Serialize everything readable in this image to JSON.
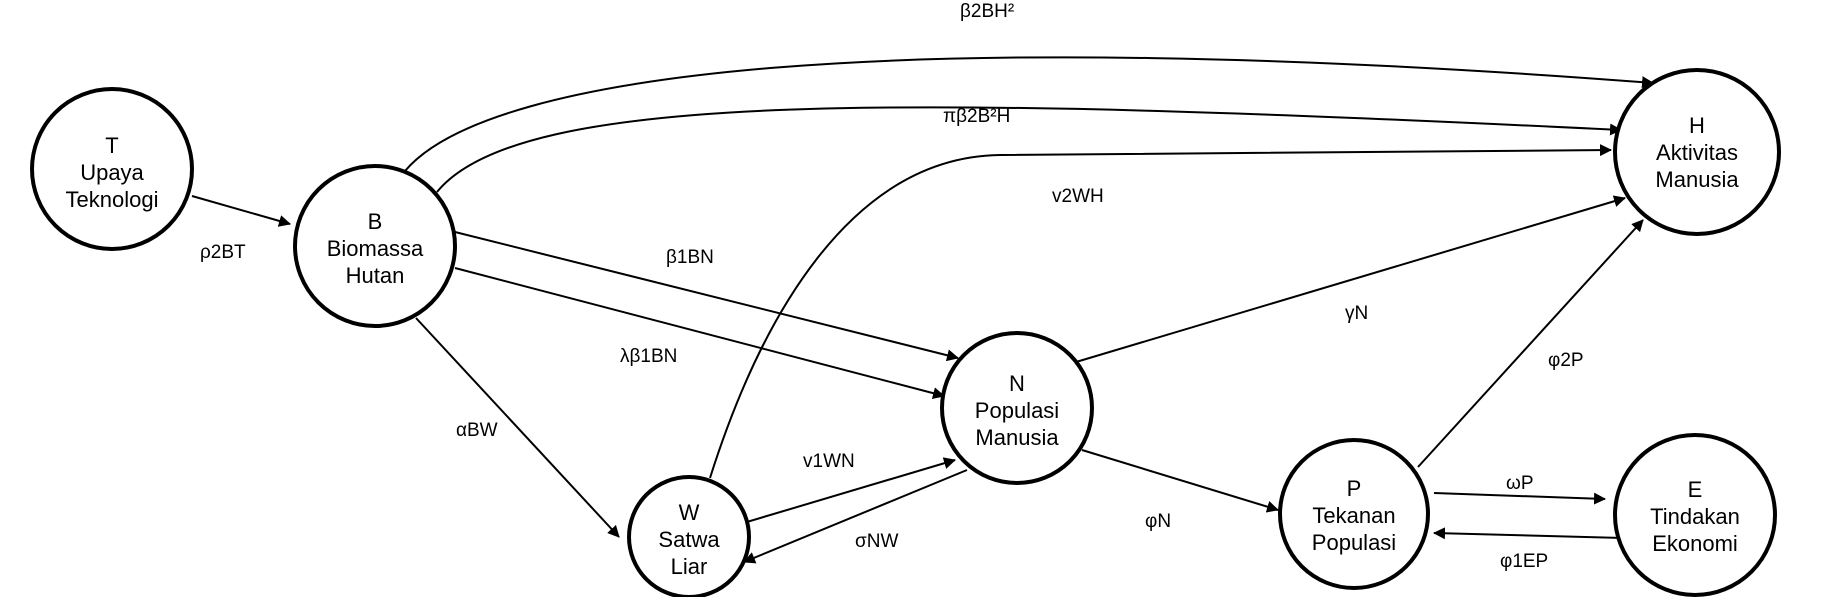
{
  "nodes": {
    "T": {
      "lines": [
        "T",
        "Upaya",
        "Teknologi"
      ]
    },
    "B": {
      "lines": [
        "B",
        "Biomassa",
        "Hutan"
      ]
    },
    "W": {
      "lines": [
        "W",
        "Satwa",
        "Liar"
      ]
    },
    "N": {
      "lines": [
        "N",
        "Populasi",
        "Manusia"
      ]
    },
    "P": {
      "lines": [
        "P",
        "Tekanan",
        "Populasi"
      ]
    },
    "E": {
      "lines": [
        "E",
        "Tindakan",
        "Ekonomi"
      ]
    },
    "H": {
      "lines": [
        "H",
        "Aktivitas",
        "Manusia"
      ]
    }
  },
  "edges": [
    {
      "from": "T",
      "to": "B",
      "label": "ρ2BT"
    },
    {
      "from": "B",
      "to": "H",
      "label": "β2BH²"
    },
    {
      "from": "B",
      "to": "H",
      "label": "πβ2B²H"
    },
    {
      "from": "B",
      "to": "N",
      "label": "β1BN"
    },
    {
      "from": "B",
      "to": "N",
      "label": "λβ1BN"
    },
    {
      "from": "B",
      "to": "W",
      "label": "αBW"
    },
    {
      "from": "W",
      "to": "H",
      "label": "v2WH"
    },
    {
      "from": "W",
      "to": "N",
      "label": "v1WN"
    },
    {
      "from": "N",
      "to": "W",
      "label": "σNW"
    },
    {
      "from": "N",
      "to": "H",
      "label": "γN"
    },
    {
      "from": "N",
      "to": "P",
      "label": "φN"
    },
    {
      "from": "P",
      "to": "H",
      "label": "φ2P"
    },
    {
      "from": "P",
      "to": "E",
      "label": "ωP"
    },
    {
      "from": "E",
      "to": "P",
      "label": "φ1EP"
    }
  ]
}
